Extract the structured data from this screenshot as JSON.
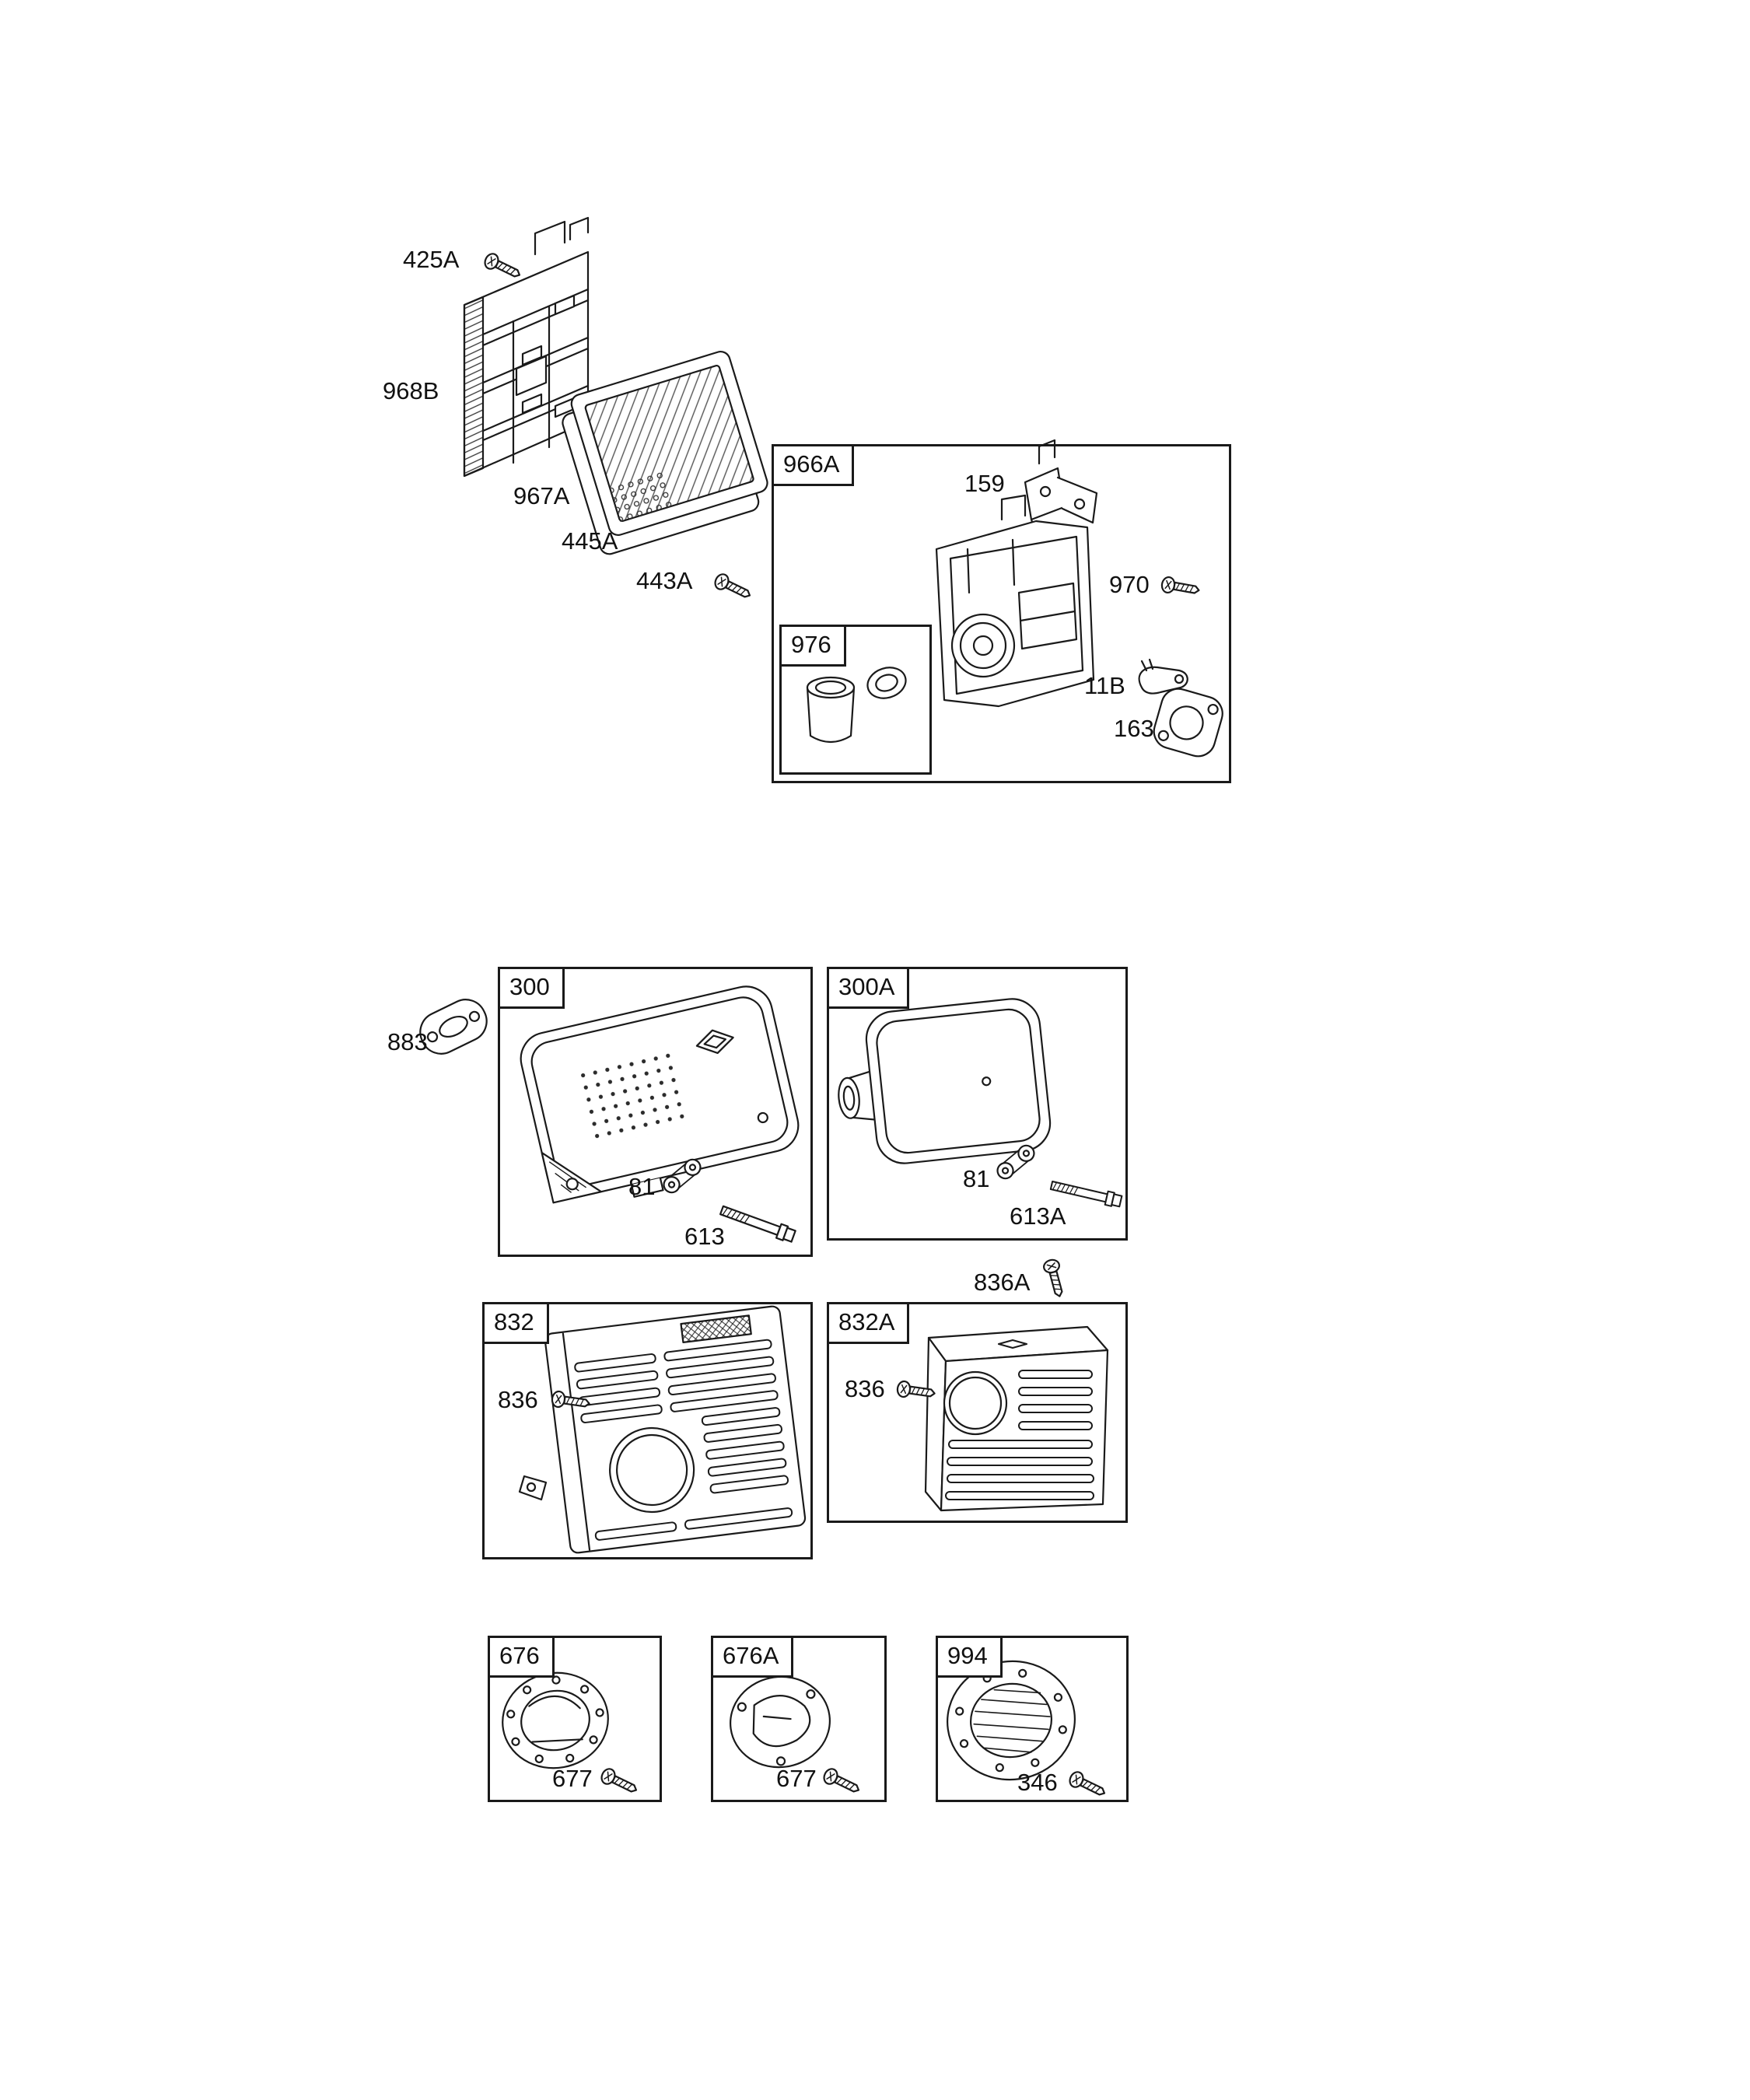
{
  "page": {
    "background": "#ffffff",
    "line_color": "#1a1a1a"
  },
  "section_boxes": {
    "b966a": "966A",
    "b976": "976",
    "b300": "300",
    "b300a": "300A",
    "b832": "832",
    "b832a": "832A",
    "b676": "676",
    "b676a": "676A",
    "b994": "994"
  },
  "part_labels": {
    "p425a": "425A",
    "p968b": "968B",
    "p967a": "967A",
    "p445a": "445A",
    "p443a": "443A",
    "p159": "159",
    "p970": "970",
    "p11b": "11B",
    "p163": "163",
    "p883": "883",
    "p81_muffler300": "81",
    "p613": "613",
    "p81_muffler300a": "81",
    "p613a": "613A",
    "p836a": "836A",
    "p836_guard832": "836",
    "p836_guard832a": "836",
    "p677_deflector676": "677",
    "p677_deflector676a": "677",
    "p346": "346"
  }
}
